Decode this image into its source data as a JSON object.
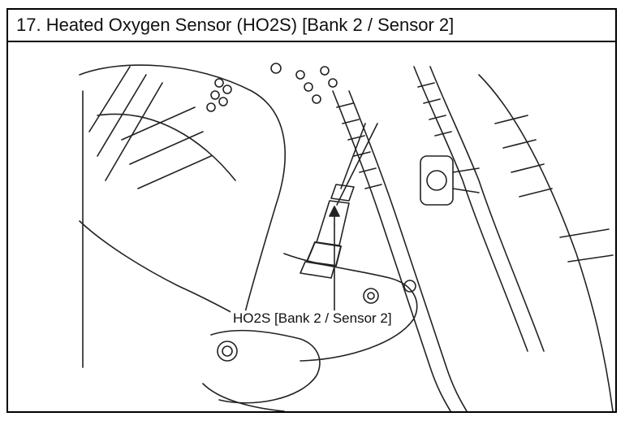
{
  "header": {
    "title": "17. Heated Oxygen Sensor (HO2S) [Bank 2 / Sensor 2]"
  },
  "figure": {
    "callout_label": "HO2S [Bank 2 / Sensor 2]",
    "style": "black-and-white line drawing"
  }
}
